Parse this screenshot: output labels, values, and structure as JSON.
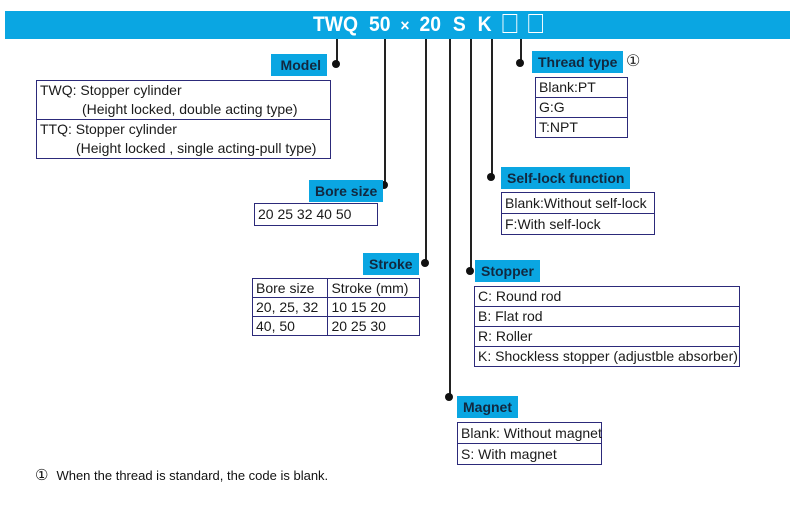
{
  "header": {
    "code_parts": [
      "TWQ",
      "50",
      "×",
      "20",
      "S",
      "K"
    ],
    "placeholder_boxes": 2,
    "background_color": "#0aa6e2"
  },
  "model": {
    "label": "Model",
    "rows": [
      {
        "line1": "TWQ: Stopper cylinder",
        "line2": "(Height  locked, double acting type)"
      },
      {
        "line1": "TTQ: Stopper cylinder",
        "line2": "(Height  locked , single acting-pull type)"
      }
    ]
  },
  "bore_size": {
    "label": "Bore size",
    "values": "20  25  32   40   50"
  },
  "stroke": {
    "label": "Stroke",
    "headers": [
      "Bore size",
      "Stroke  (mm)"
    ],
    "rows": [
      [
        "20, 25, 32",
        "10   15   20"
      ],
      [
        "40, 50",
        "20   25   30"
      ]
    ]
  },
  "thread_type": {
    "label": "Thread type",
    "note_marker": "①",
    "rows": [
      "Blank:PT",
      "G:G",
      "T:NPT"
    ]
  },
  "self_lock": {
    "label": "Self-lock function",
    "rows": [
      "Blank:Without self-lock",
      "F:With self-lock"
    ]
  },
  "stopper": {
    "label": "Stopper",
    "rows": [
      "C: Round rod",
      "B: Flat rod",
      "R: Roller",
      "K: Shockless stopper (adjustble absorber)"
    ]
  },
  "magnet": {
    "label": "Magnet",
    "rows": [
      "Blank: Without magnet",
      "S: With magnet"
    ]
  },
  "footnote": {
    "marker": "①",
    "text": "When the thread is standard, the code is blank."
  }
}
